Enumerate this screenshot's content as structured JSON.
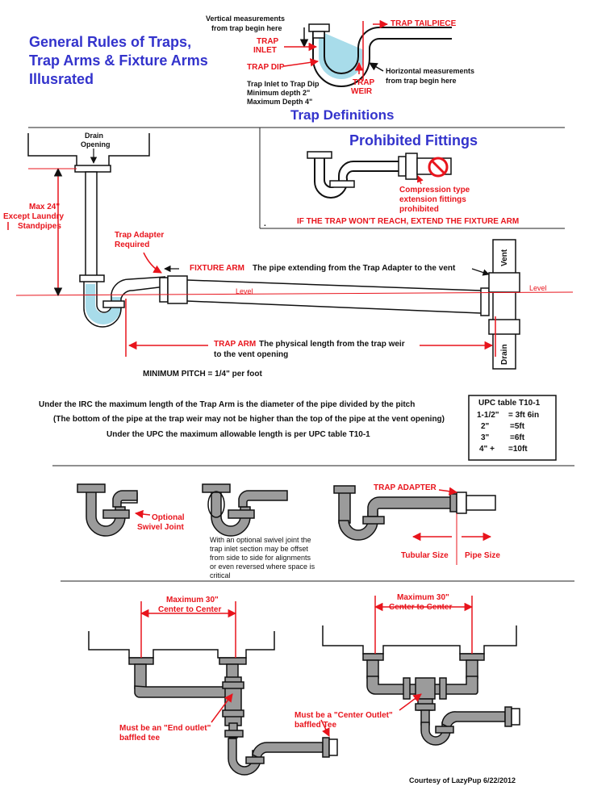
{
  "header": {
    "title_line1": "General Rules of Traps,",
    "title_line2": "Trap Arms & Fixture Arms",
    "title_line3": "Illusrated"
  },
  "trap_definitions": {
    "heading": "Trap Definitions",
    "vertical_note_1": "Vertical measurements",
    "vertical_note_2": "from trap begin here",
    "trap_tailpiece": "TRAP TAILPIECE",
    "trap_inlet_1": "TRAP",
    "trap_inlet_2": "INLET",
    "trap_dip": "TRAP DIP",
    "trap_weir_1": "TRAP",
    "trap_weir_2": "WEIR",
    "horizontal_note_1": "Horizontal measurements",
    "horizontal_note_2": "from trap begin here",
    "depth_1": "Trap Inlet to Trap Dip",
    "depth_2": "Minimum depth 2\"",
    "depth_3": "Maximum Depth 4\""
  },
  "prohibited": {
    "heading": "Prohibited Fittings",
    "note_1": "Compression type",
    "note_2": "extension fittings",
    "note_3": "prohibited",
    "rule": "IF THE TRAP WON'T REACH, EXTEND THE FIXTURE ARM",
    "dot": "."
  },
  "main": {
    "drain_opening_1": "Drain",
    "drain_opening_2": "Opening",
    "max_height_1": "Max 24\"",
    "max_height_2": "Except Laundry",
    "max_height_3": "Standpipes",
    "trap_adapter_1": "Trap Adapter",
    "trap_adapter_2": "Required",
    "fixture_arm_label": "FIXTURE ARM",
    "fixture_arm_desc": "The pipe extending from the  Trap Adapter  to the vent",
    "level_left": "Level",
    "level_right": "Level",
    "vent": "Vent",
    "drain": "Drain",
    "trap_arm_label": "TRAP ARM",
    "trap_arm_desc_1": "The physical length from the trap weir",
    "trap_arm_desc_2": "to the vent opening",
    "min_pitch": "MINIMUM PITCH = 1/4\" per foot"
  },
  "rules": {
    "irc_1": "Under the IRC the maximum length of the   Trap Arm   is the diameter of the pipe divided by the pitch",
    "irc_2": "(The bottom of the pipe at the trap weir may not be higher than the top of the pipe at the vent opening)",
    "upc": "Under the UPC the maximum allowable length is per UPC table T10-1"
  },
  "upc_table": {
    "title": "UPC table T10-1",
    "rows": [
      {
        "size": "1-1/2\"",
        "length": "= 3ft 6in"
      },
      {
        "size": "2\"",
        "length": "=5ft"
      },
      {
        "size": "3\"",
        "length": "=6ft"
      },
      {
        "size": "4\" +",
        "length": "=10ft"
      }
    ]
  },
  "swivel": {
    "label_1": "Optional",
    "label_2": "Swivel Joint",
    "note_1": "With an optional swivel joint the",
    "note_2": "trap inlet section may be offset",
    "note_3": "from side to side for alignments",
    "note_4": "or even reversed where space is",
    "note_5": "critical"
  },
  "adapter": {
    "label": "TRAP ADAPTER",
    "tubular": "Tubular Size",
    "pipe": "Pipe Size"
  },
  "double_sinks": {
    "max_left_1": "Maximum 30\"",
    "max_left_2": "Center to Center",
    "max_right_1": "Maximum 30\"",
    "max_right_2": "Center to Center",
    "end_outlet_1": "Must be an \"End outlet\"",
    "end_outlet_2": "baffled tee",
    "center_outlet_1": "Must be a \"Center Outlet\"",
    "center_outlet_2": "baffled Tee"
  },
  "footer": {
    "credit": "Courtesy of LazyPup   6/22/2012"
  },
  "colors": {
    "red": "#e8141c",
    "blue": "#3333cc",
    "pipe_gray": "#9b9b9b",
    "water": "#a8dcea"
  }
}
